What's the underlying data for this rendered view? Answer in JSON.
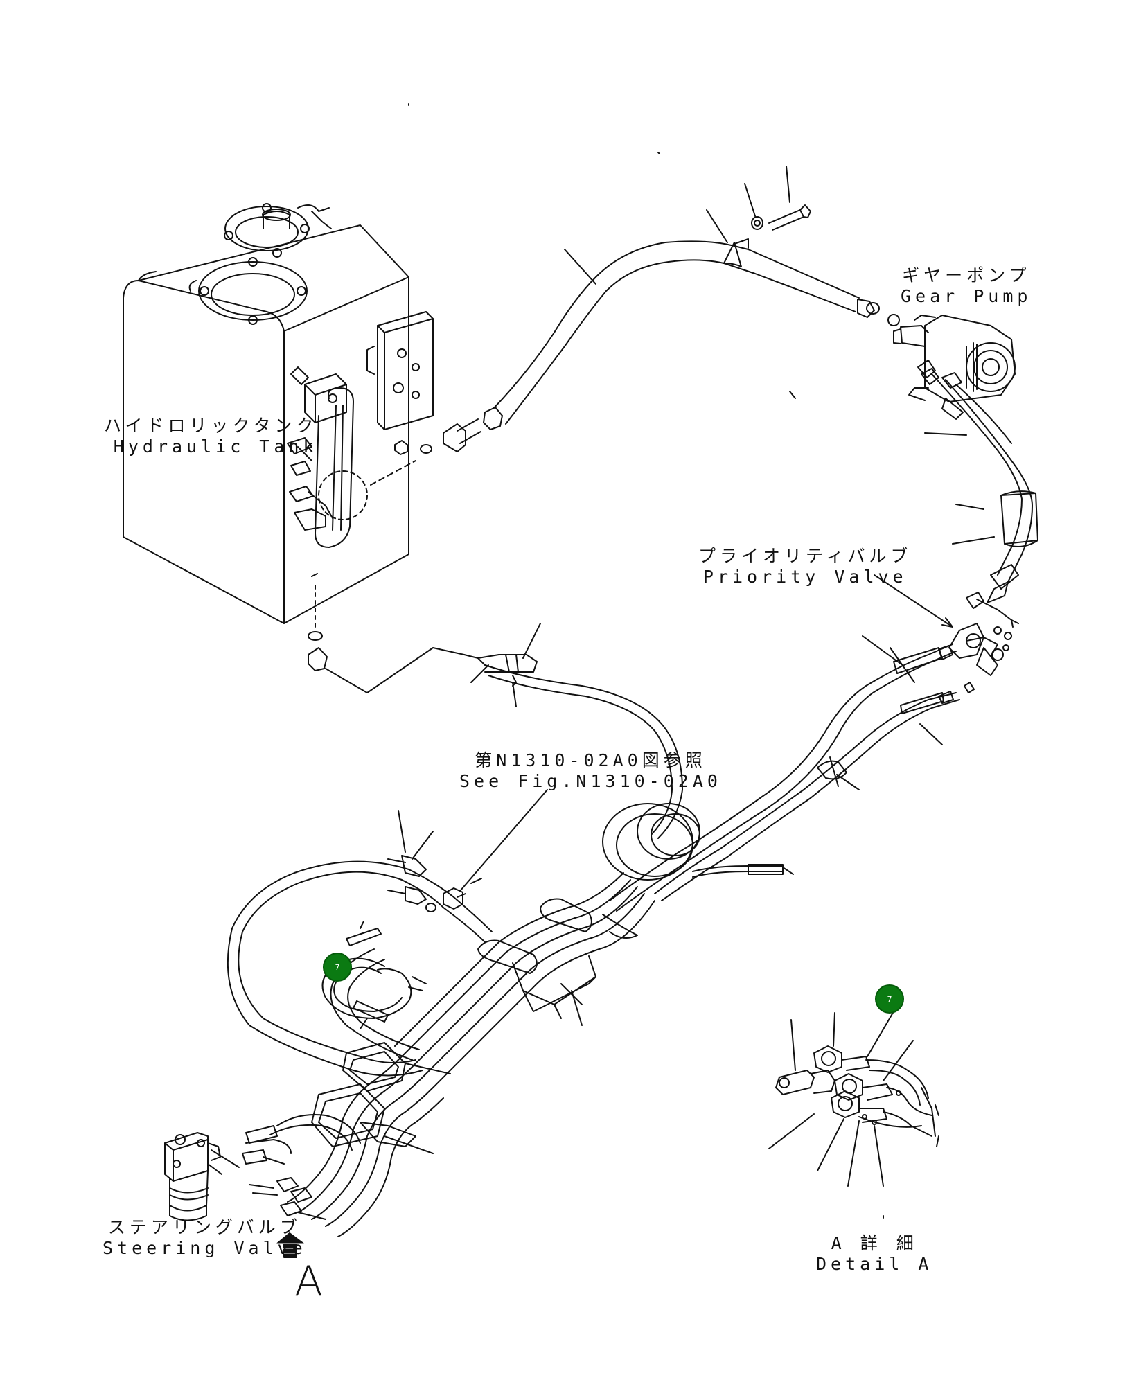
{
  "labels": {
    "hydraulic_tank": {
      "jp": "ハイドロリックタンク",
      "en": "Hydraulic Tank"
    },
    "gear_pump": {
      "jp": "ギヤーポンプ",
      "en": "Gear Pump"
    },
    "priority_valve": {
      "jp": "プライオリティバルブ",
      "en": "Priority Valve"
    },
    "see_fig": {
      "jp": "第N1310-02A0図参照",
      "en": "See Fig.N1310-02A0"
    },
    "steering_valve": {
      "jp": "ステアリングバルブ",
      "en": "Steering Valve"
    },
    "detail_a": {
      "jp": "A 詳 細",
      "en": "Detail A"
    },
    "view_letter": "A"
  },
  "callouts": [
    {
      "number": "7",
      "color": "#0b7a12"
    },
    {
      "number": "7",
      "color": "#0b7a12"
    }
  ]
}
